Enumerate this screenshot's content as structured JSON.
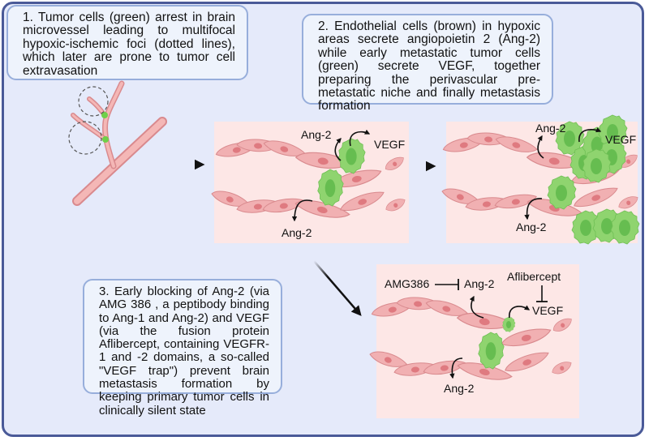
{
  "figure": {
    "type": "biomedical-diagram",
    "colors": {
      "frame_border": "#4a5a98",
      "frame_fill": "#e5eafa",
      "textbox_fill": "#eef3fc",
      "textbox_border": "#97aedb",
      "panel_fill": "#fde7e6",
      "endothelial_cell": "#f1b0b2",
      "endothelial_nucleus": "#df7a80",
      "tumor_cell": "#8fd46f",
      "tumor_nucleus": "#5fb94b",
      "arrow": "#111111"
    }
  },
  "steps": [
    {
      "id": 1,
      "text": "1. Tumor cells (green) arrest in brain microvessel leading to multifocal hypoxic-ischemic foci (dotted lines), which later are prone to tumor cell extravasation"
    },
    {
      "id": 2,
      "text": "2. Endothelial cells (brown) in hypoxic areas secrete angiopoietin 2 (Ang-2) while early metastatic tumor cells (green) secrete VEGF, together preparing the perivascular pre-metastatic niche and finally metastasis formation"
    },
    {
      "id": 3,
      "text": "3. Early blocking of Ang-2 (via AMG 386 , a peptibody binding to Ang-1 and Ang-2) and VEGF (via the fusion protein Aflibercept, containing VEGFR-1 and -2 domains, a so-called \"VEGF trap\") prevent brain metastasis formation by keeping primary tumor cells in clinically silent state"
    }
  ],
  "panels": {
    "early_niche": {
      "labels": {
        "ang2_top": "Ang-2",
        "vegf": "VEGF",
        "ang2_bottom": "Ang-2"
      }
    },
    "metastasis": {
      "labels": {
        "ang2_top": "Ang-2",
        "vegf": "VEGF",
        "ang2_bottom": "Ang-2"
      }
    },
    "blocked": {
      "labels": {
        "inhibitor_ang2": "AMG386",
        "ang2_top": "Ang-2",
        "inhibitor_vegf": "Aflibercept",
        "vegf": "VEGF",
        "ang2_bottom": "Ang-2"
      }
    }
  }
}
